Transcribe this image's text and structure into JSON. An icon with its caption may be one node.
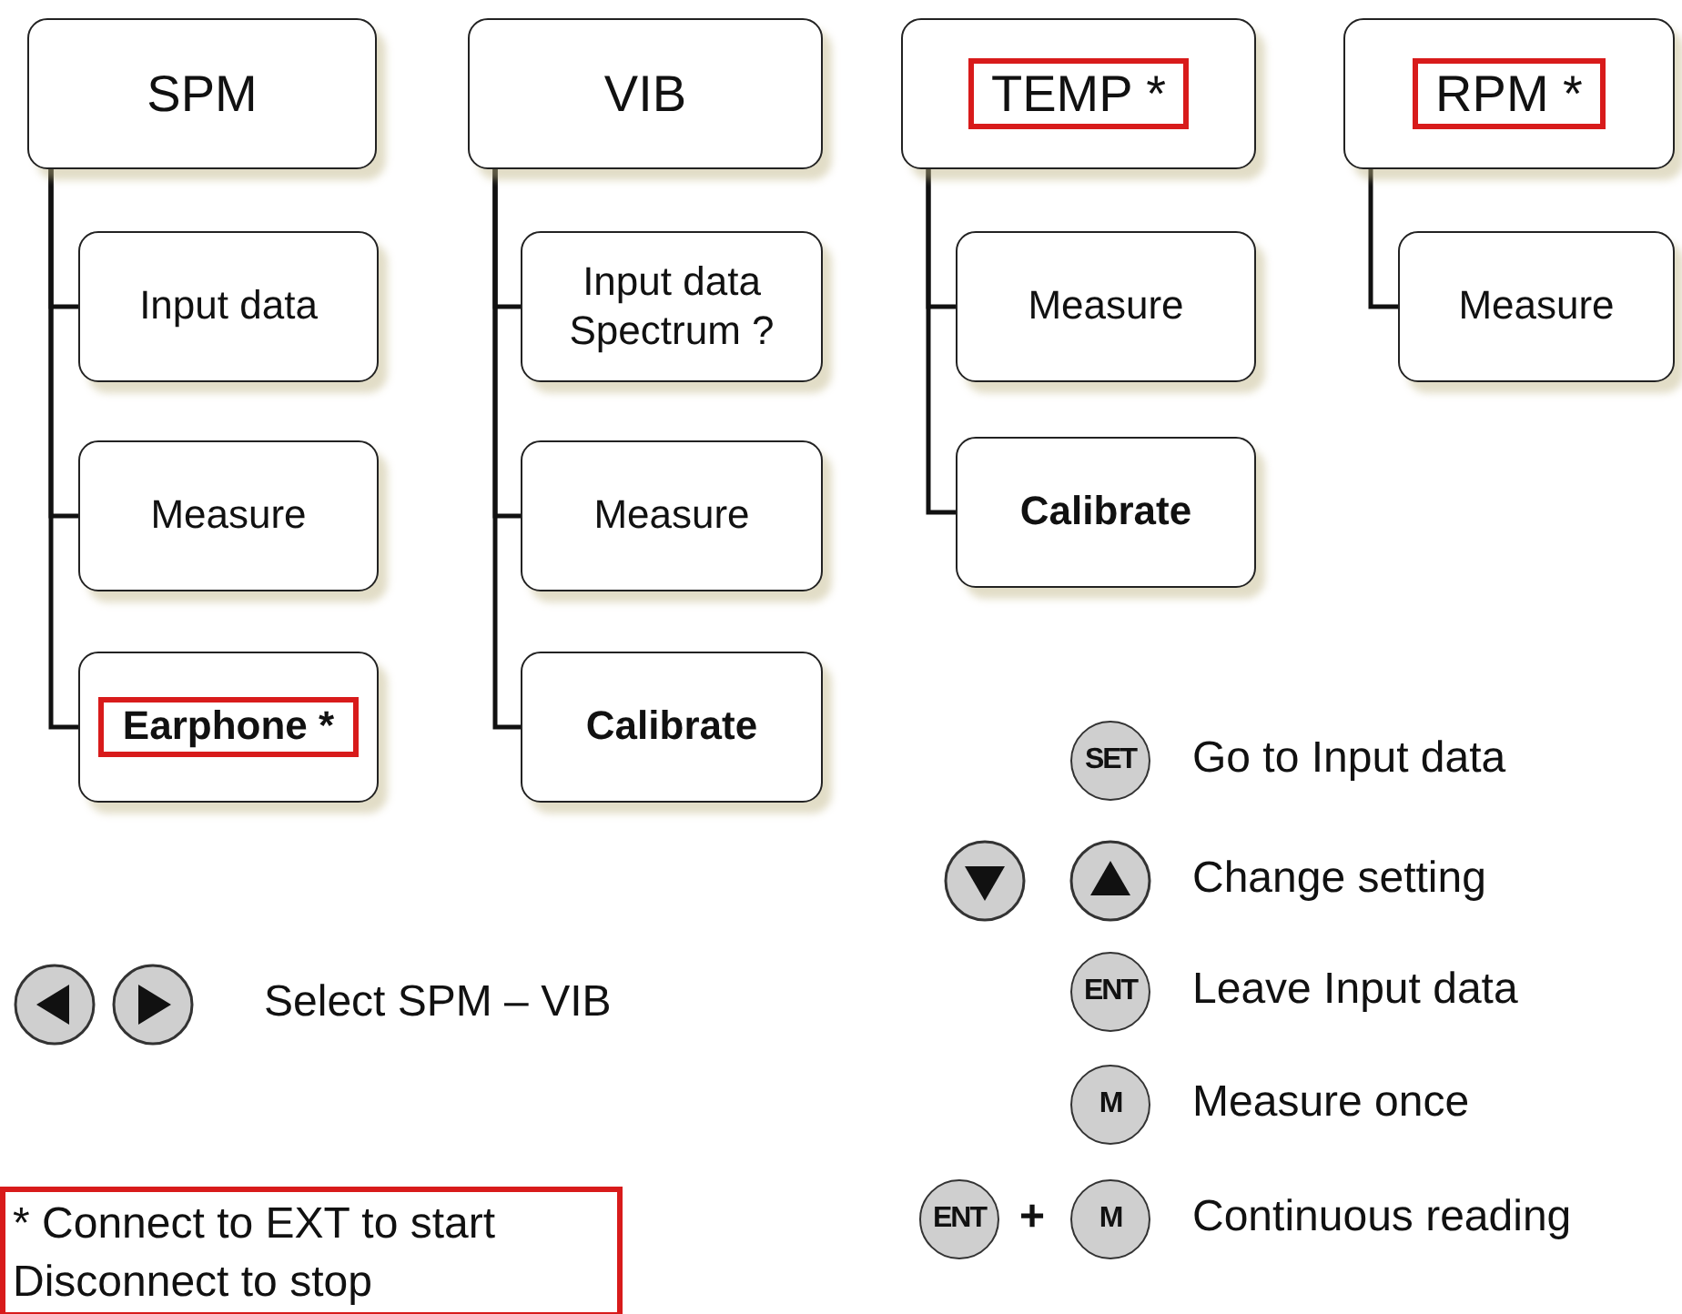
{
  "diagram": {
    "nodes": [
      {
        "text": [
          "SPM"
        ]
      },
      {
        "text": [
          "Input data"
        ]
      },
      {
        "text": [
          "Measure"
        ]
      },
      {
        "text": [
          "Earphone *"
        ]
      },
      {
        "text": [
          "VIB"
        ]
      },
      {
        "text": [
          "Input data Spectrum ?"
        ]
      },
      {
        "text": [
          "Measure"
        ]
      },
      {
        "text": [
          "Calibrate"
        ]
      },
      {
        "text": [
          "TEMP *"
        ]
      },
      {
        "text": [
          "Measure"
        ]
      },
      {
        "text": [
          "Calibrate"
        ]
      },
      {
        "text": [
          "RPM *"
        ]
      },
      {
        "text": [
          "Measure"
        ]
      }
    ],
    "edges": [
      {
        "from": 0,
        "to": 1,
        "arrow": "none"
      },
      {
        "from": 0,
        "to": 2,
        "arrow": "none"
      },
      {
        "from": 0,
        "to": 3,
        "arrow": "none"
      },
      {
        "from": 4,
        "to": 5,
        "arrow": "none"
      },
      {
        "from": 4,
        "to": 6,
        "arrow": "none"
      },
      {
        "from": 4,
        "to": 7,
        "arrow": "none"
      },
      {
        "from": 8,
        "to": 9,
        "arrow": "none"
      },
      {
        "from": 8,
        "to": 10,
        "arrow": "none"
      },
      {
        "from": 11,
        "to": 12,
        "arrow": "none"
      }
    ],
    "labels": [
      "SET",
      "Go to Input data",
      "Change setting",
      "Select SPM – VIB",
      "ENT",
      "Leave Input data",
      "M",
      "Measure once",
      "ENT",
      "+",
      "M",
      "Continuous reading",
      "* Connect to EXT to start Disconnect to stop"
    ]
  }
}
